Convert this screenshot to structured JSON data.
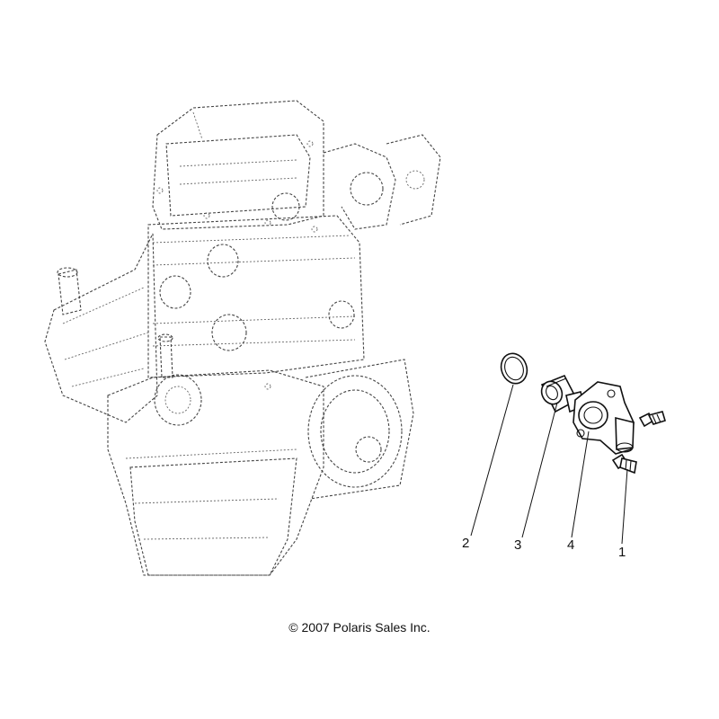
{
  "diagram": {
    "callouts": [
      {
        "id": "1",
        "label": "1"
      },
      {
        "id": "2",
        "label": "2"
      },
      {
        "id": "3",
        "label": "3"
      },
      {
        "id": "4",
        "label": "4"
      }
    ],
    "copyright": "© 2007 Polaris Sales Inc."
  }
}
